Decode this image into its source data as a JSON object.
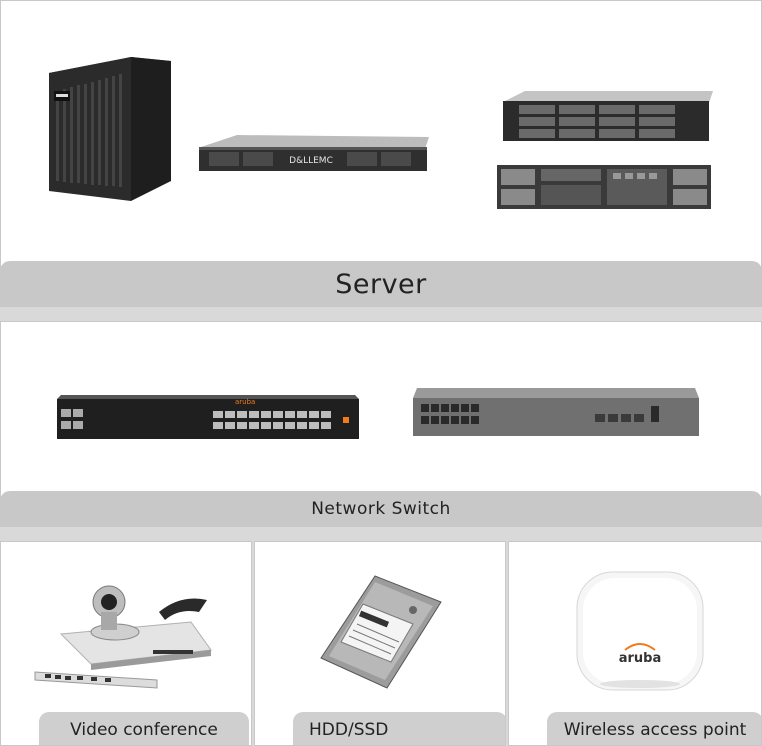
{
  "sections": {
    "server": {
      "label": "Server"
    },
    "switch": {
      "label": "Network Switch"
    },
    "video": {
      "label": "Video conference"
    },
    "storage": {
      "label": "HDD/SSD"
    },
    "wireless": {
      "label": "Wireless access point"
    }
  },
  "brands": {
    "dell_emc": "D&LLEMC",
    "aruba": "aruba"
  },
  "colors": {
    "banner_gray": "#c8c8c8",
    "page_gray": "#d9d9d9",
    "aruba_orange": "#f07b1d"
  }
}
